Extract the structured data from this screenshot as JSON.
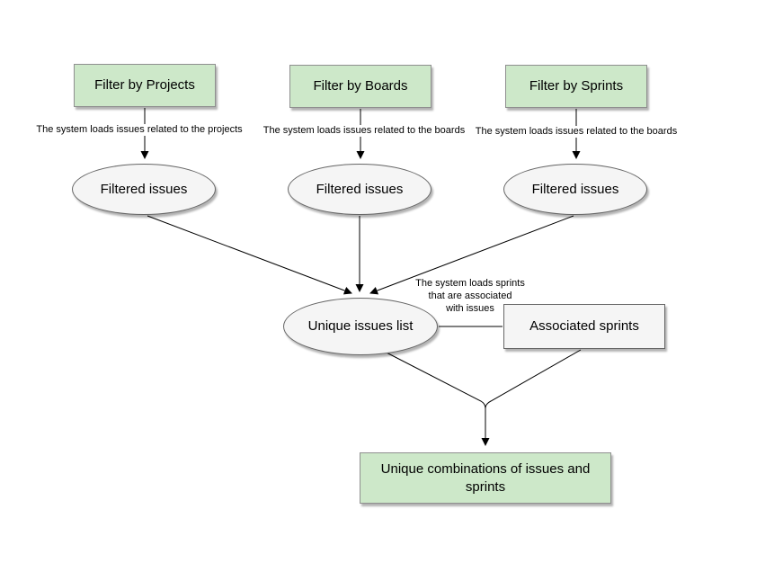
{
  "nodes": {
    "filter_projects": "Filter by Projects",
    "filter_boards": "Filter by Boards",
    "filter_sprints": "Filter by Sprints",
    "filtered_issues_projects": "Filtered issues",
    "filtered_issues_boards": "Filtered issues",
    "filtered_issues_sprints": "Filtered issues",
    "unique_issues_list": "Unique issues list",
    "associated_sprints": "Associated sprints",
    "unique_combinations": "Unique combinations of issues and sprints"
  },
  "edge_labels": {
    "projects": "The system loads issues related to the projects",
    "boards": "The system loads issues related to the boards",
    "sprints": "The system loads issues related to the boards",
    "assoc": [
      "The system loads sprints",
      "that are associated",
      "with issues"
    ]
  },
  "colors": {
    "green_fill": "#cde8c9",
    "green_border": "#8f8f8f",
    "gray_fill": "#f5f5f5",
    "gray_border": "#666666",
    "edge_color": "#000000",
    "background": "#ffffff"
  }
}
